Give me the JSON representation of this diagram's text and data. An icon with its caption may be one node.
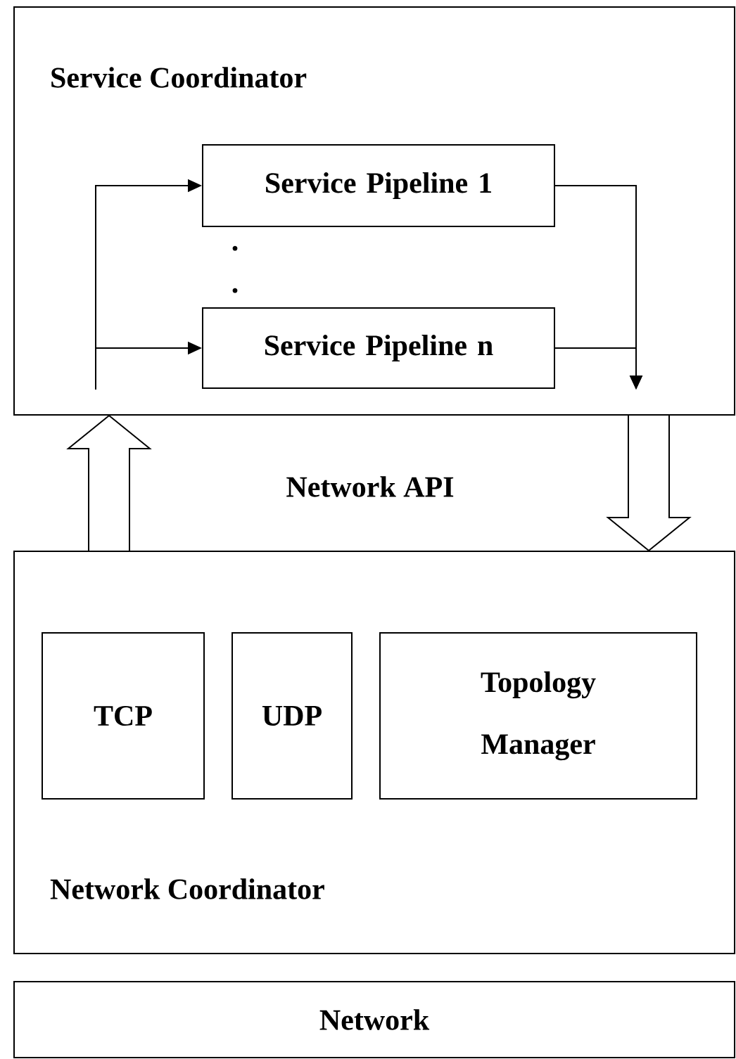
{
  "diagram": {
    "nodes": [
      {
        "text": [
          "Service Coordinator"
        ]
      },
      {
        "text": [
          "Service Pipeline 1"
        ],
        "in": 0
      },
      {
        "text": [
          "Service Pipeline n"
        ],
        "in": 0
      },
      {
        "text": [
          "Network Coordinator"
        ]
      },
      {
        "text": [
          "TCP"
        ],
        "in": 3
      },
      {
        "text": [
          "UDP"
        ],
        "in": 3
      },
      {
        "text": [
          "Topology Manager"
        ],
        "in": 3
      },
      {
        "text": [
          "Network"
        ]
      }
    ],
    "edges": [
      {
        "from": null,
        "to": 1,
        "arrow": "to"
      },
      {
        "from": null,
        "to": 2,
        "arrow": "to"
      },
      {
        "from": 1,
        "to": null,
        "arrow": "to"
      },
      {
        "from": 2,
        "to": null,
        "arrow": "to"
      },
      {
        "from": 3,
        "to": 0,
        "arrow": "to",
        "style": "thick"
      },
      {
        "from": 0,
        "to": 3,
        "arrow": "to",
        "style": "thick"
      }
    ],
    "labels": [
      ".",
      ".",
      "Network API"
    ]
  }
}
